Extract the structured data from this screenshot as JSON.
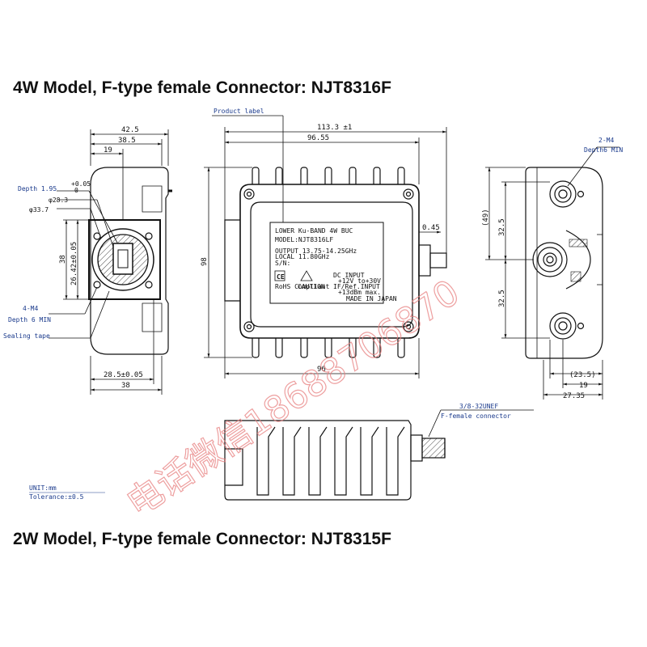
{
  "title": "4W Model, F-type female Connector: NJT8316F",
  "next_title": "2W Model, F-type female Connector: NJT8315F",
  "labels": {
    "product_label": "Product label",
    "two_m4": "2-M4",
    "depth6_min": "Depth6 MIN",
    "depth_195": "Depth 1.95",
    "tol_plus": "+0.05",
    "tol_zero": "0",
    "four_m4": "4-M4",
    "depth_6_min": "Depth 6 MIN",
    "sealing_tape": "Sealing tape",
    "connector_thread": "3/8-32UNEF",
    "connector_name": "F-female connector",
    "unit": "UNIT:mm",
    "tolerance": "Tolerance:±0.5"
  },
  "dimensions": {
    "d_42_5": "42.5",
    "d_38_5": "38.5",
    "d_19_left": "19",
    "d_28_3": "φ28.3",
    "d_33_7": "φ33.7",
    "d_26_42_v": "26.42±0.05",
    "d_38_v": "38",
    "d_28_5": "28.5±0.05",
    "d_38_bottom": "38",
    "d_113_3": "113.3 ±1",
    "d_96_55": "96.55",
    "d_98_v": "98",
    "d_96_bottom": "96",
    "d_0_45": "0.45",
    "d_49": "(49)",
    "d_32_5_top": "32.5",
    "d_32_5_bot": "32.5",
    "d_23_5": "(23.5)",
    "d_19_right": "19",
    "d_27_35": "27.35"
  },
  "product_label_text": {
    "line1": "LOWER Ku-BAND 4W BUC",
    "line2": "MODEL:NJT8316LF",
    "line3": "OUTPUT 13.75-14.25GHz",
    "line4": "LOCAL  11.80GHz",
    "line5": "S/N:",
    "line6": "DC INPUT",
    "line7": "+12V to+30V",
    "line8": "IF/Ref.INPUT",
    "line9": "+13dBm max.",
    "line10": "MADE IN JAPAN",
    "rohs": "RoHS Compliant",
    "caution": "CAUTION"
  },
  "watermark": "电话微信18688706870"
}
